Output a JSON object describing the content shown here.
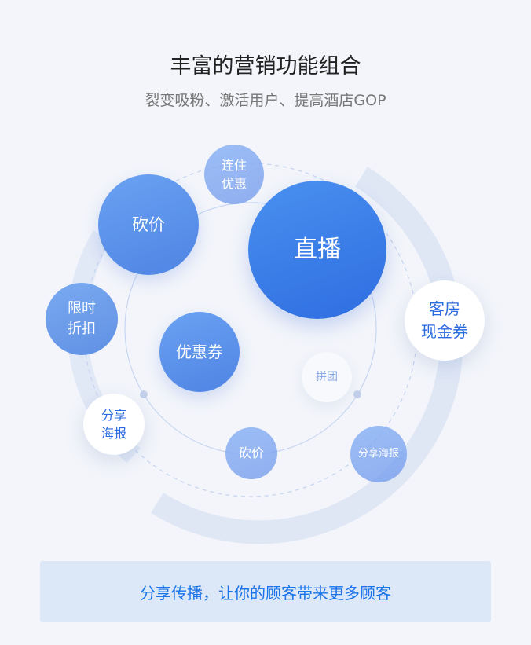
{
  "header": {
    "title": "丰富的营销功能组合",
    "subtitle": "裂变吸粉、激活用户、提高酒店GOP"
  },
  "bubbles": {
    "lianzhu": "连住\n优惠",
    "kanjia_large": "砍价",
    "zhibo": "直播",
    "xianshi": "限时\n折扣",
    "kefang": "客房\n现金券",
    "youhuiquan": "优惠券",
    "pintuan": "拼团",
    "fenxiang_white": "分享\n海报",
    "kanjia_small": "砍价",
    "fenxiang_small": "分享海报"
  },
  "banner": {
    "text": "分享传播，让你的顾客带来更多顾客"
  },
  "colors": {
    "accent": "#2e6de0",
    "banner_bg": "#dce8f8",
    "banner_text": "#1a73e8"
  }
}
